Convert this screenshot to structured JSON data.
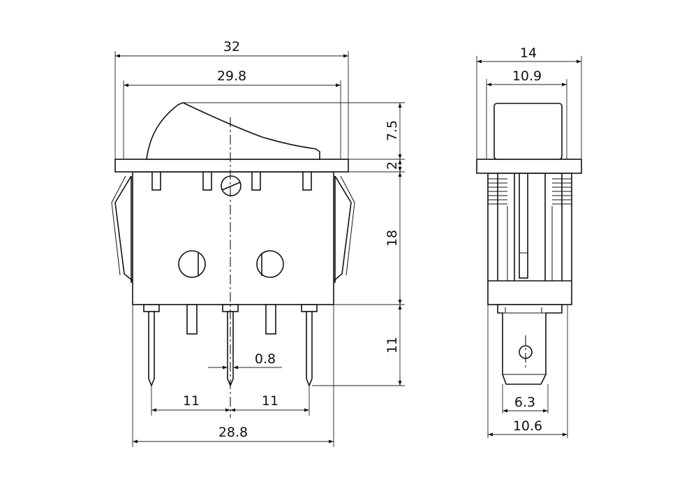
{
  "front_view": {
    "width_overall": "32",
    "width_rocker": "29.8",
    "rocker_height": "7.5",
    "flange_thickness": "2",
    "body_height": "18",
    "pin_length": "11",
    "pin_width": "0.8",
    "pin_pitch_left": "11",
    "pin_pitch_right": "11",
    "body_width": "28.8"
  },
  "side_view": {
    "width_overall": "14",
    "width_rocker": "10.9",
    "terminal_width": "6.3",
    "body_width": "10.6"
  }
}
